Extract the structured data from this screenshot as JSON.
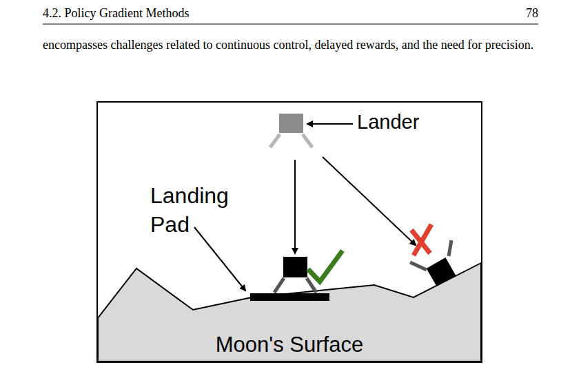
{
  "diagram": {
    "nodes": [
      {
        "text": [
          "Moon's Surface"
        ]
      }
    ],
    "labels": [
      "4.2. Policy Gradient Methods",
      "78",
      "encompasses challenges related to continuous control, delayed rewards, and the need for precision.",
      "Lander",
      "Landing Pad"
    ]
  }
}
